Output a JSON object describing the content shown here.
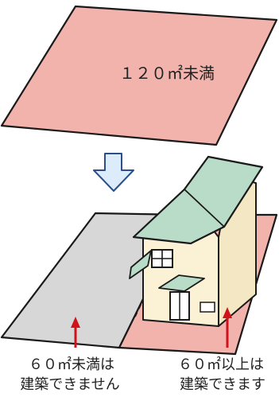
{
  "top_parcel": {
    "label": "１２０㎡未満"
  },
  "left_area": {
    "line1": "６０㎡未満は",
    "line2": "建築できません"
  },
  "right_area": {
    "line1": "６０㎡以上は",
    "line2": "建築できます"
  },
  "colors": {
    "parcel_pink": "#f2b3ad",
    "gray_area": "#d7d7d7",
    "roof_green": "#b9dcc9",
    "house_wall": "#fbf2d6",
    "arrow_fill": "#dcecfb",
    "arrow_stroke": "#2a4f8a",
    "indicator_red": "#d0121b",
    "outline": "#1a1a1a"
  }
}
